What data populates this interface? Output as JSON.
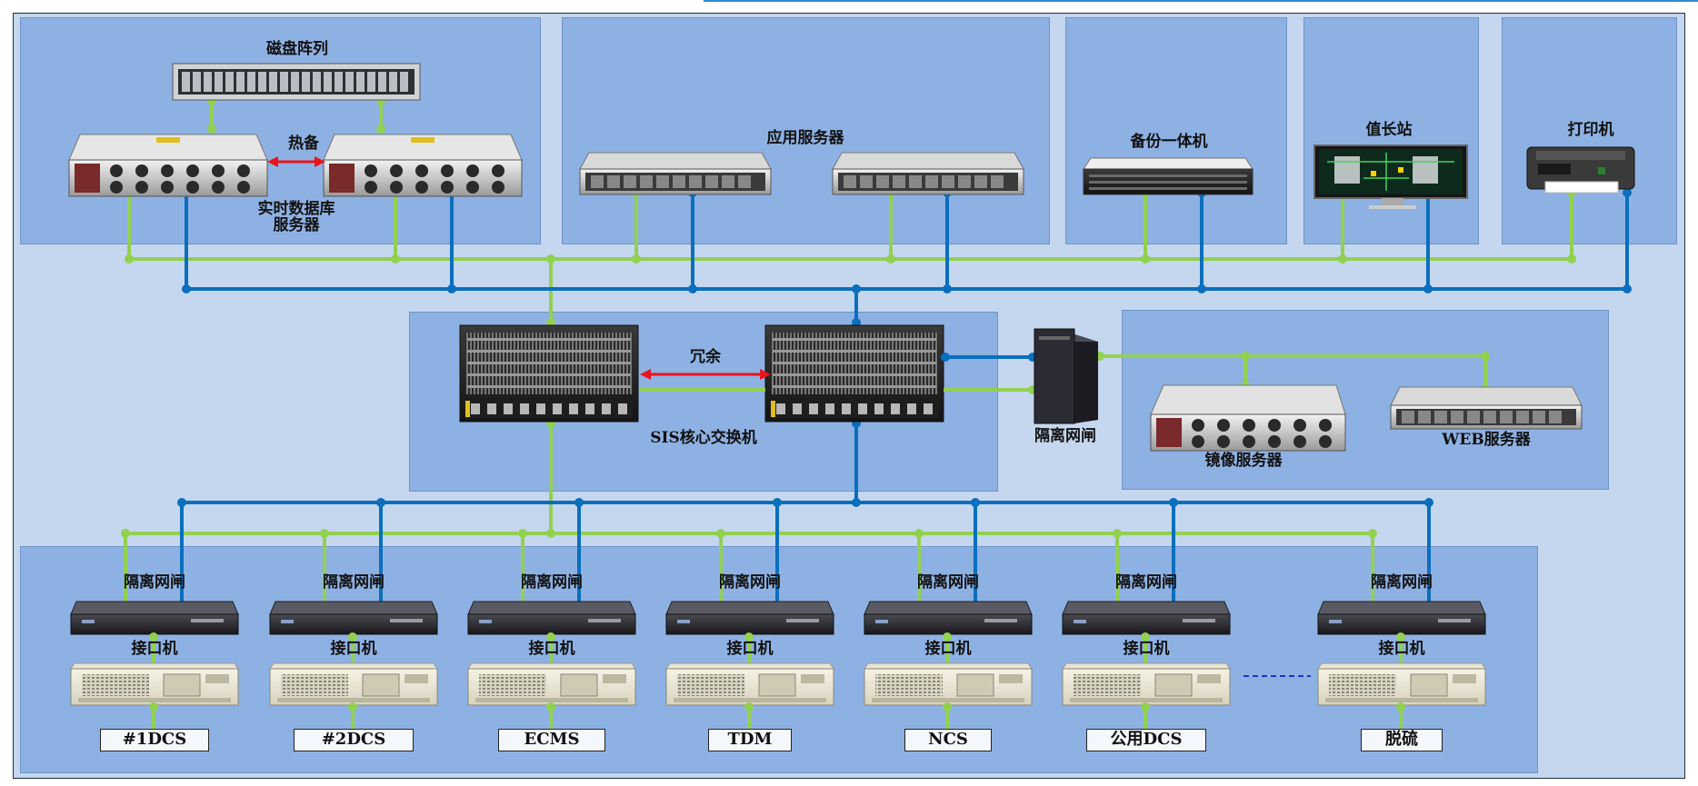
{
  "labels": {
    "disk_array": "磁盘阵列",
    "hot_standby": "热备",
    "realtime_db_line1": "实时数据库",
    "realtime_db_line2": "服务器",
    "app_server": "应用服务器",
    "backup": "备份一体机",
    "duty_station": "值长站",
    "printer": "打印机",
    "redundant": "冗余",
    "core_switch": "SIS核心交换机",
    "gateway_main": "隔离网闸",
    "mirror_server": "镜像服务器",
    "web_server": "WEB服务器",
    "gateway": "隔离网闸",
    "interface": "接口机"
  },
  "units": [
    "#1DCS",
    "#2DCS",
    "ECMS",
    "TDM",
    "NCS",
    "公用DCS",
    "脱硫"
  ],
  "colors": {
    "green_link": "#92d050",
    "blue_link": "#0a6fbd",
    "redundant_arrow": "#e8141b",
    "panel": "#8eb1e3",
    "background": "#c5d7ee",
    "continuation_dash": "#2332c8"
  }
}
